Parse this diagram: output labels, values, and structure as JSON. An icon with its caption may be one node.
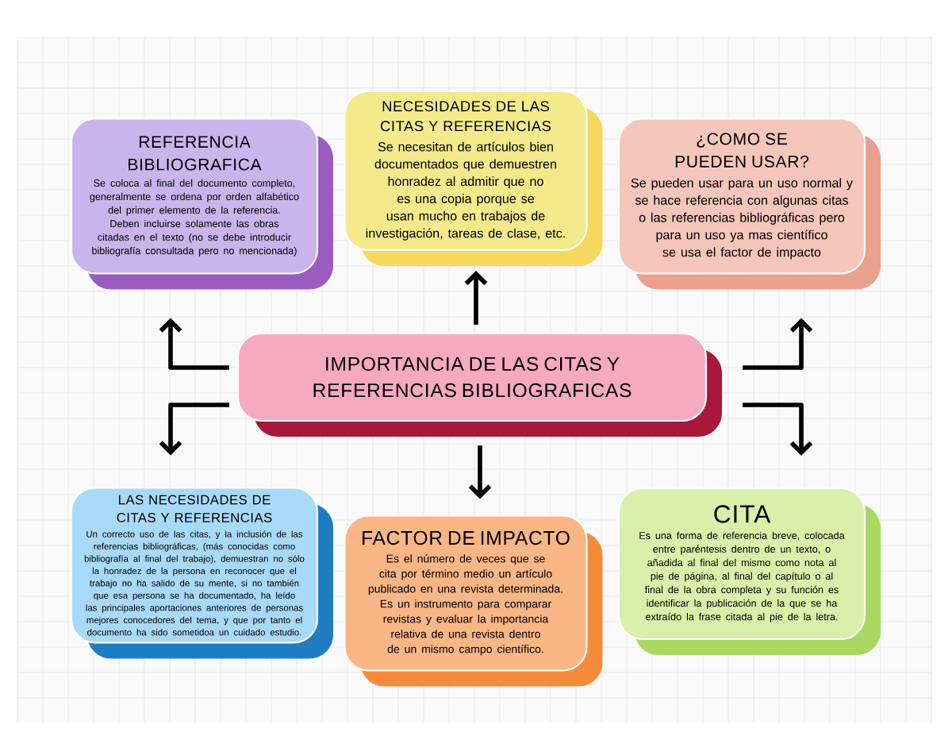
{
  "diagram": {
    "nodes": [
      {
        "text": [
          "IMPORTANCIA DE LAS CITAS Y REFERENCIAS BIBLIOGRAFICAS"
        ]
      },
      {
        "text": [
          "REFERENCIA BIBLIOGRAFICA",
          "Se coloca al final del documento completo, generalmente se ordena por orden alfabético del primer elemento de la referencia. Deben incluirse solamente las obras citadas en el texto (no se debe introducir bibliografía consultada pero no mencionada)"
        ]
      },
      {
        "text": [
          "NECESIDADES DE LAS CITAS Y REFERENCIAS",
          "Se necesitan de artículos bien documentados que demuestren honradez al admitir que no es una copia porque se usan mucho en trabajos de investigación, tareas de clase, etc."
        ]
      },
      {
        "text": [
          "¿COMO SE PUEDEN USAR?",
          "Se pueden usar para un uso normal y se hace referencia con algunas citas o las referencias bibliográficas pero para un uso ya mas científico se usa el factor de impacto"
        ]
      },
      {
        "text": [
          "LAS NECESIDADES DE CITAS Y REFERENCIAS",
          "Un correcto uso de las citas, y la inclusión de las referencias bibliográficas, (más conocidas como bibliografía al final del trabajo), demuestran no sólo la honradez de la persona en reconocer que el trabajo no ha salido de su mente, si no también que esa persona se ha documentado, ha leído las principales aportaciones anteriores de personas mejores conocedores del tema, y que por tanto el documento ha sido sometidoa un cuidado estudio."
        ]
      },
      {
        "text": [
          "FACTOR DE IMPACTO",
          "Es el número de veces que se cita por término medio un artículo publicado en una revista determinada. Es un instrumento para comparar revistas y evaluar la importancia relativa de una revista dentro de un mismo campo científico."
        ]
      },
      {
        "text": [
          "CITA",
          "Es una forma de referencia breve, colocada entre paréntesis dentro de un texto, o añadida al final del mismo como nota al pie de página, al final del capítulo o al final de la obra completa y su función es identificar la publicación de la que se ha extraído la frase citada al pie de la letra."
        ]
      }
    ],
    "edges": [
      {
        "from": 0,
        "to": 1,
        "arrow": "to"
      },
      {
        "from": 0,
        "to": 2,
        "arrow": "to"
      },
      {
        "from": 0,
        "to": 3,
        "arrow": "to"
      },
      {
        "from": 0,
        "to": 4,
        "arrow": "to"
      },
      {
        "from": 0,
        "to": 5,
        "arrow": "to"
      },
      {
        "from": 0,
        "to": 6,
        "arrow": "to"
      }
    ]
  }
}
